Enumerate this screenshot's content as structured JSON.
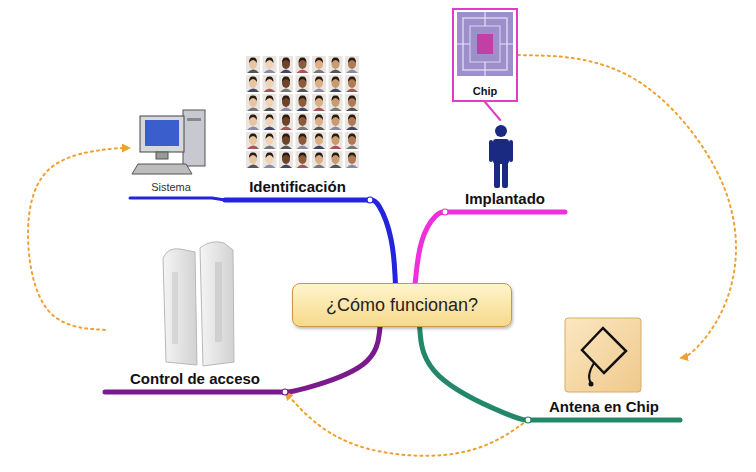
{
  "diagram": {
    "nodes": [
      {
        "text": [
          "¿Cómo funcionan?"
        ]
      },
      {
        "text": [
          "Identificación"
        ]
      },
      {
        "text": [
          "Sistema"
        ]
      },
      {
        "text": [
          "Implantado"
        ]
      },
      {
        "text": [
          "Chip"
        ]
      },
      {
        "text": [
          "Control de acceso"
        ]
      },
      {
        "text": [
          "Antena en Chip"
        ]
      }
    ],
    "edges": [
      {
        "from": 0,
        "to": 1,
        "arrow": "none"
      },
      {
        "from": 1,
        "to": 2,
        "arrow": "none"
      },
      {
        "from": 0,
        "to": 3,
        "arrow": "none"
      },
      {
        "from": 3,
        "to": 4,
        "arrow": "none"
      },
      {
        "from": 0,
        "to": 5,
        "arrow": "none"
      },
      {
        "from": 0,
        "to": 6,
        "arrow": "none"
      },
      {
        "from": 4,
        "to": 6,
        "arrow": "to"
      },
      {
        "from": 6,
        "to": 5,
        "arrow": "to"
      },
      {
        "from": 5,
        "to": 2,
        "arrow": "to"
      }
    ]
  }
}
